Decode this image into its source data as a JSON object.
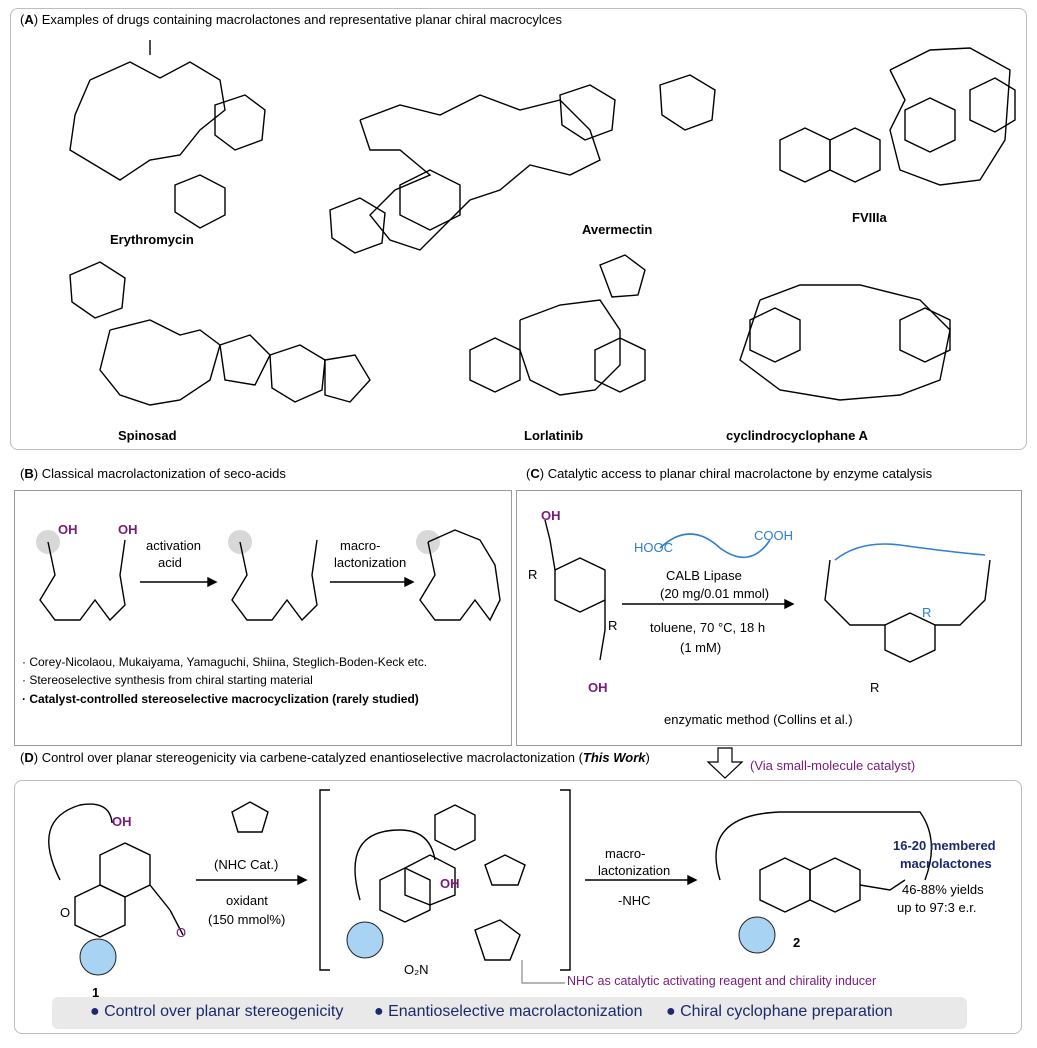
{
  "panelA": {
    "title_letter": "A",
    "title_text": "Examples of drugs containing macrolactones and representative planar chiral macrocylces",
    "compounds": [
      "Erythromycin",
      "Avermectin",
      "FVIIIa",
      "Spinosad",
      "Lorlatinib",
      "cyclindrocyclophane A"
    ]
  },
  "panelB": {
    "title_letter": "B",
    "title_text": "Classical macrolactonization of seco-acids",
    "arrow1": [
      "activation",
      "acid"
    ],
    "arrow2": [
      "macro-",
      "lactonization"
    ],
    "bullets": [
      "· Corey-Nicolaou, Mukaiyama, Yamaguchi, Shiina, Steglich-Boden-Keck etc.",
      "· Stereoselective synthesis from chiral starting material",
      "· Catalyst-controlled stereoselective macrocyclization (rarely studied)"
    ]
  },
  "panelC": {
    "title_letter": "C",
    "title_text": "Catalytic access to planar chiral macrolactone by enzyme catalysis",
    "reagent1": "CALB Lipase",
    "reagent2": "(20 mg/0.01 mmol)",
    "cond1": "toluene, 70 °C, 18 h",
    "cond2": "(1 mM)",
    "method": "enzymatic method (Collins et al.)"
  },
  "panelD": {
    "title_letter": "D",
    "title_text": "Control over planar stereogenicity via carbene-catalyzed enantioselective macrolactonization (",
    "title_italic": "This Work",
    "via_note": "(Via small-molecule catalyst)",
    "nhc_label": "(NHC Cat.)",
    "oxidant": "oxidant",
    "oxidant_amount": "(150 mmol%)",
    "arrow3": [
      "macro-",
      "lactonization",
      "-NHC"
    ],
    "product_title1": "16-20 membered",
    "product_title2": "macrolactones",
    "yields": "46-88% yields",
    "er": "up to 97:3 e.r.",
    "label1": "1",
    "label2": "2",
    "nhc_note": "NHC as catalytic activating reagent and chirality inducer",
    "features": [
      "● Control over planar stereogenicity",
      "● Enantioselective macrolactonization",
      "● Chiral cyclophane preparation"
    ]
  },
  "colors": {
    "purple": "#7a1a7a",
    "navy": "#1b2a6b",
    "blue_fill": "#a9d3f2",
    "chain_blue": "#2f7fd0"
  }
}
